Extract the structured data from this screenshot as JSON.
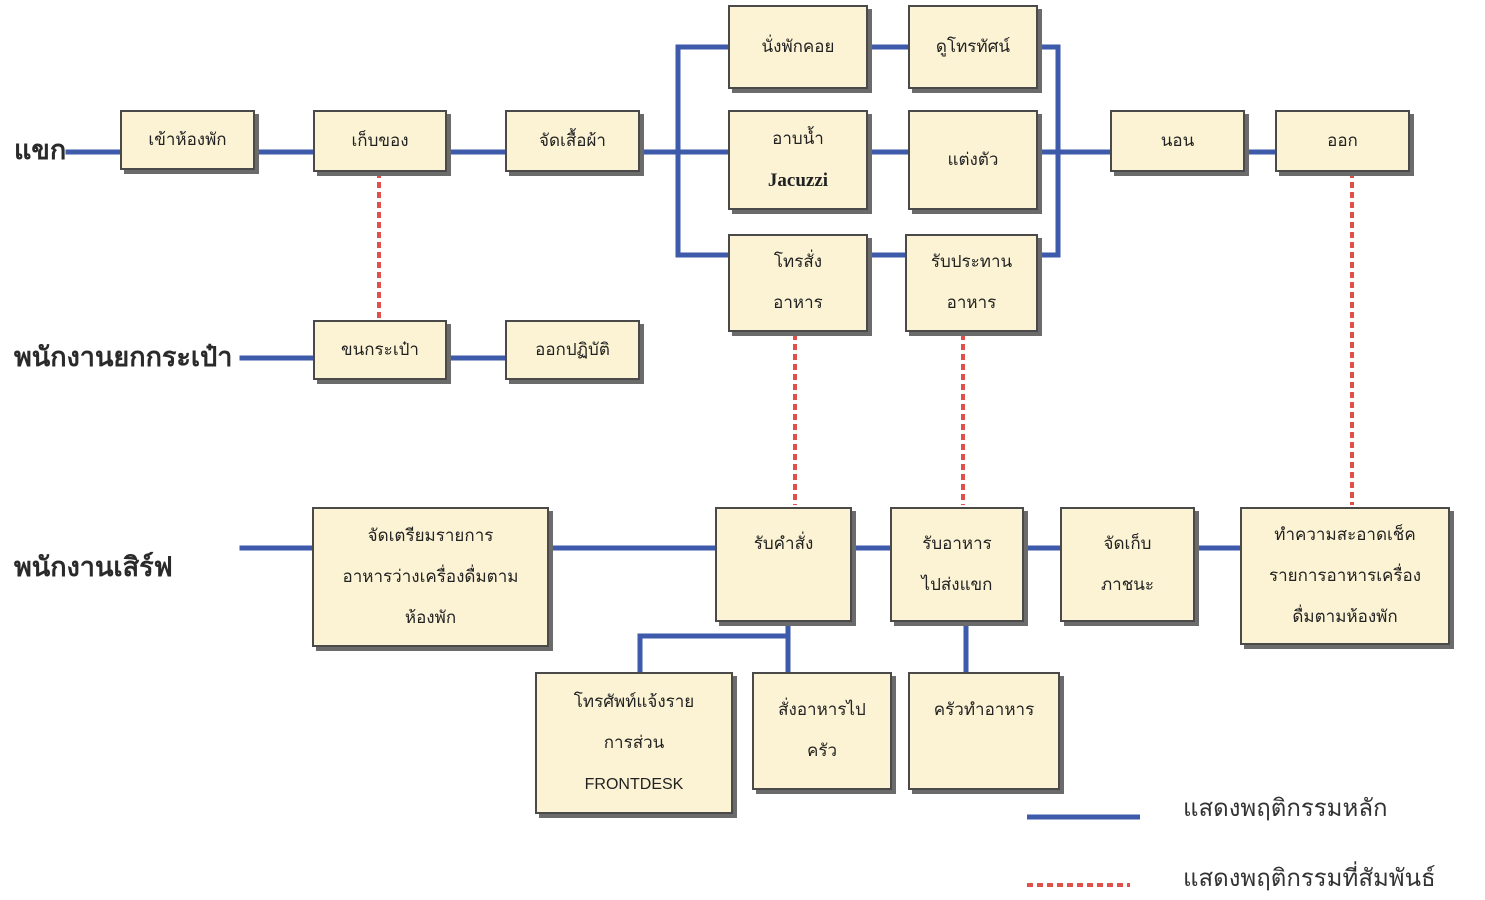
{
  "colors": {
    "main_line": "#3d5aab",
    "related_line": "#e0504a",
    "box_fill": "#fbf3d4"
  },
  "lanes": {
    "guest": "แขก",
    "bellboy": "พนักงานยกกระเป๋า",
    "server": "พนักงานเสิร์ฟ"
  },
  "boxes": {
    "enter_room": [
      "เข้าห้องพัก"
    ],
    "store_items": [
      "เก็บของ"
    ],
    "arrange_clothes": [
      "จัดเสื้อผ้า"
    ],
    "sit_rest": [
      "นั่งพักคอย"
    ],
    "watch_tv": [
      "ดูโทรทัศน์"
    ],
    "bath": [
      "อาบน้ำ",
      "Jacuzzi"
    ],
    "dress": [
      "แต่งตัว"
    ],
    "call_order": [
      "โทรสั่ง",
      "อาหาร"
    ],
    "eat": [
      "รับประทาน",
      "อาหาร"
    ],
    "sleep": [
      "นอน"
    ],
    "leave": [
      "ออก"
    ],
    "carry_bags": [
      "ขนกระเป๋า"
    ],
    "exit_duty": [
      "ออกปฏิบัติ"
    ],
    "prepare_menu": [
      "จัดเตรียมรายการ",
      "อาหารว่างเครื่องดื่มตาม",
      "ห้องพัก"
    ],
    "take_order": [
      "รับคำสั่ง"
    ],
    "deliver_food": [
      "รับอาหาร",
      "ไปส่งแขก"
    ],
    "clear_dishes": [
      "จัดเก็บ",
      "ภาชนะ"
    ],
    "clean_check": [
      "ทำความสะอาดเช็ค",
      "รายการอาหารเครื่อง",
      "ดื่มตามห้องพัก"
    ],
    "phone_frontdesk": [
      "โทรศัพท์แจ้งราย",
      "การส่วน",
      "FRONTDESK"
    ],
    "send_kitchen": [
      "สั่งอาหารไป",
      "ครัว"
    ],
    "kitchen_cook": [
      "ครัวทำอาหาร"
    ]
  },
  "legend": {
    "main": "แสดงพฤติกรรมหลัก",
    "related": "แสดงพฤติกรรมที่สัมพันธ์"
  }
}
